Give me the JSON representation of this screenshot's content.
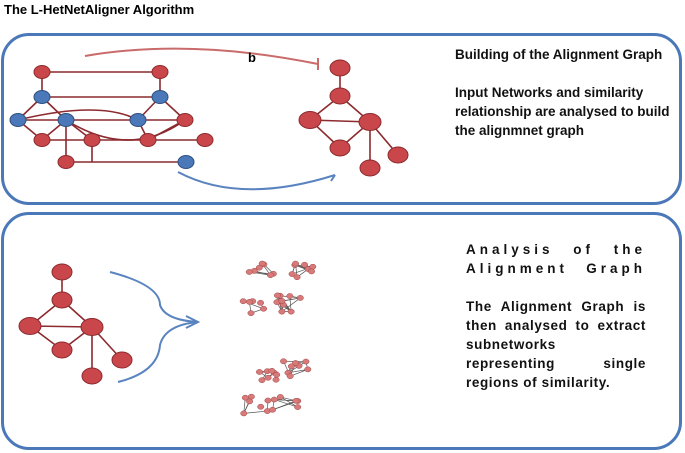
{
  "title": "The L-HetNetAligner Algorithm",
  "panel1": {
    "label_b": "b",
    "heading": "Building of the Alignment Graph",
    "body": "Input Networks and similarity relationship are analysed to build the alignmnet graph"
  },
  "panel2": {
    "heading": "Analysis of the Alignment Graph",
    "body": "The Alignment Graph is then analysed to extract subnetworks representing single regions of similarity."
  },
  "colors": {
    "panel_border": "#4a78b8",
    "node_red": "#c9474a",
    "node_blue": "#4a78b8",
    "edge": "#8c2a2e",
    "arrow_red": "#c96b6b",
    "arrow_blue": "#5a84c0"
  }
}
